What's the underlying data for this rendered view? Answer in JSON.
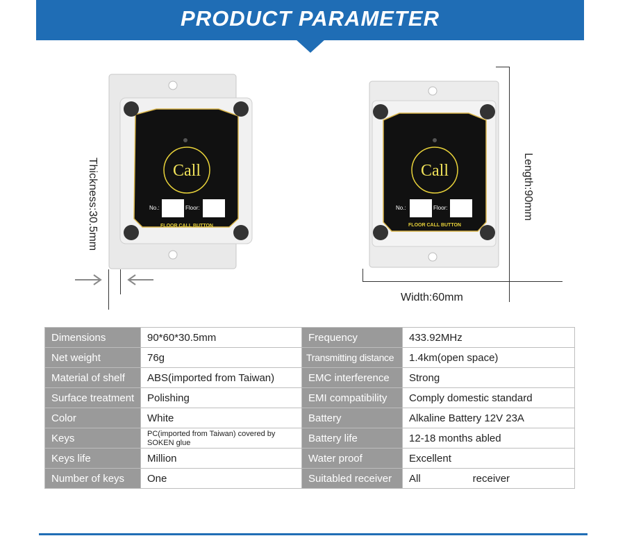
{
  "header": {
    "title": "PRODUCT PARAMETER"
  },
  "device": {
    "call_label": "Call",
    "no_label": "No.:",
    "floor_label": "Floor:",
    "caption": "FLOOR CALL BUTTON"
  },
  "dimensions": {
    "thickness": "Thickness:30.5mm",
    "length": "Length:90mm",
    "width": "Width:60mm"
  },
  "specs": [
    {
      "label": "Dimensions",
      "value": "90*60*30.5mm",
      "label2": "Frequency",
      "value2": "433.92MHz"
    },
    {
      "label": "Net weight",
      "value": "76g",
      "label2": "Transmitting distance",
      "value2": "1.4km(open space)"
    },
    {
      "label": "Material of shelf",
      "value": "ABS(imported from Taiwan)",
      "label2": "EMC interference",
      "value2": "Strong"
    },
    {
      "label": "Surface treatment",
      "value": "Polishing",
      "label2": "EMI compatibility",
      "value2": "Comply domestic standard"
    },
    {
      "label": "Color",
      "value": "White",
      "label2": "Battery",
      "value2": "Alkaline Battery 12V 23A"
    },
    {
      "label": "Keys",
      "value": "PC(imported from Taiwan) covered by SOKEN glue",
      "label2": "Battery life",
      "value2": "12-18 months abled"
    },
    {
      "label": "Keys life",
      "value": "Million",
      "label2": "Water proof",
      "value2": "Excellent"
    },
    {
      "label": "Number of keys",
      "value": "One",
      "label2": "Suitabled receiver",
      "value2": "All                  receiver"
    }
  ]
}
